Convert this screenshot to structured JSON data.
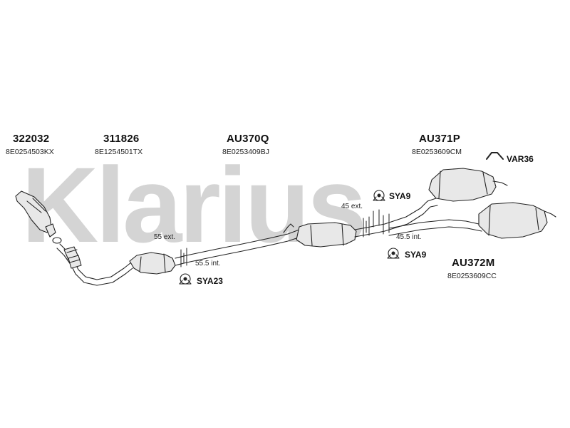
{
  "watermark": "Klarius",
  "parts": [
    {
      "id": "p1",
      "number": "322032",
      "oem": "8E0254503KX"
    },
    {
      "id": "p2",
      "number": "311826",
      "oem": "8E1254501TX"
    },
    {
      "id": "p3",
      "number": "AU370Q",
      "oem": "8E0253409BJ"
    },
    {
      "id": "p4",
      "number": "AU371P",
      "oem": "8E0253609CM"
    },
    {
      "id": "p5",
      "number": "AU372M",
      "oem": "8E0253609CC"
    }
  ],
  "accessories": [
    {
      "id": "a1",
      "code": "VAR36"
    },
    {
      "id": "a2",
      "code": "SYA9"
    },
    {
      "id": "a3",
      "code": "SYA9"
    },
    {
      "id": "a4",
      "code": "SYA23"
    }
  ],
  "measurements": [
    {
      "id": "m1",
      "text": "55 ext."
    },
    {
      "id": "m2",
      "text": "55.5 int."
    },
    {
      "id": "m3",
      "text": "45 ext."
    },
    {
      "id": "m4",
      "text": "45.5 int."
    }
  ],
  "colors": {
    "line": "#222222",
    "watermark": "#d4d4d4",
    "fill": "#e8e8e8"
  }
}
